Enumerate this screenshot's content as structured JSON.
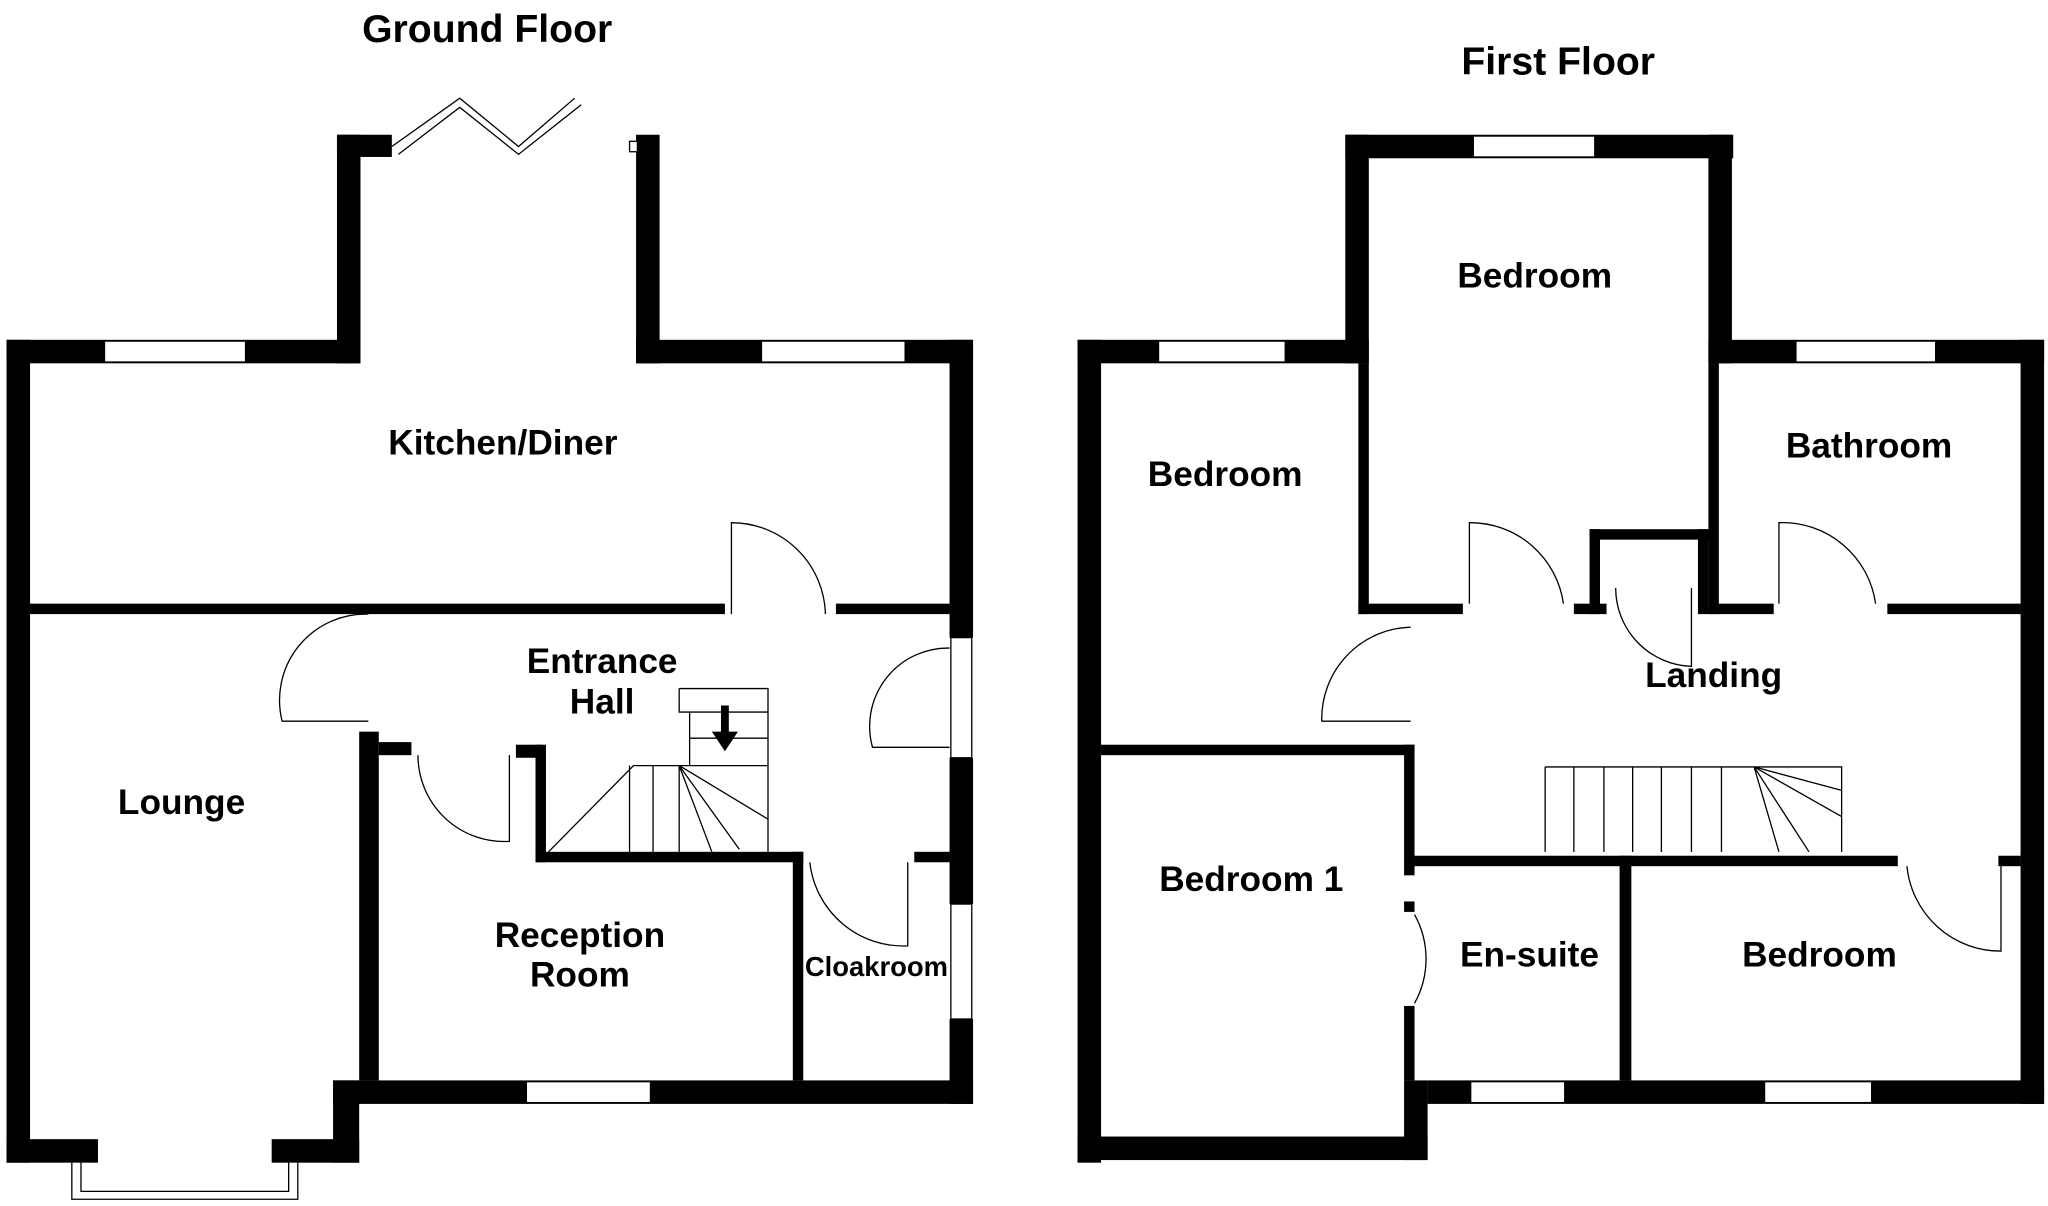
{
  "titles": {
    "ground": "Ground Floor",
    "first": "First Floor"
  },
  "ground_rooms": {
    "kitchen": "Kitchen/Diner",
    "hall_1": "Entrance",
    "hall_2": "Hall",
    "lounge": "Lounge",
    "reception_1": "Reception",
    "reception_2": "Room",
    "cloakroom": "Cloakroom"
  },
  "first_rooms": {
    "bedroom_top": "Bedroom",
    "bedroom_left": "Bedroom",
    "bathroom": "Bathroom",
    "landing": "Landing",
    "bedroom1": "Bedroom 1",
    "ensuite": "En-suite",
    "bedroom_right": "Bedroom"
  }
}
